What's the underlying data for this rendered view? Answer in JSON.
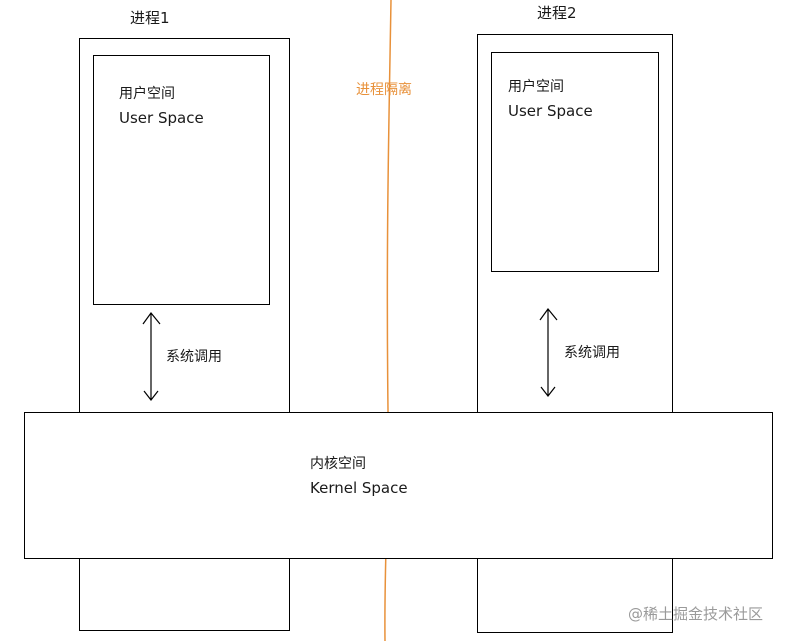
{
  "process1": {
    "title": "进程1",
    "user_space_cn": "用户空间",
    "user_space_en": "User Space",
    "syscall": "系统调用"
  },
  "process2": {
    "title": "进程2",
    "user_space_cn": "用户空间",
    "user_space_en": "User Space",
    "syscall": "系统调用"
  },
  "isolation_label": "进程隔离",
  "kernel": {
    "label_cn": "内核空间",
    "label_en": "Kernel Space"
  },
  "watermark": "@稀土掘金技术社区",
  "colors": {
    "isolation_line": "#e8913a",
    "isolation_text": "#e8913a",
    "box_border": "#000000"
  }
}
